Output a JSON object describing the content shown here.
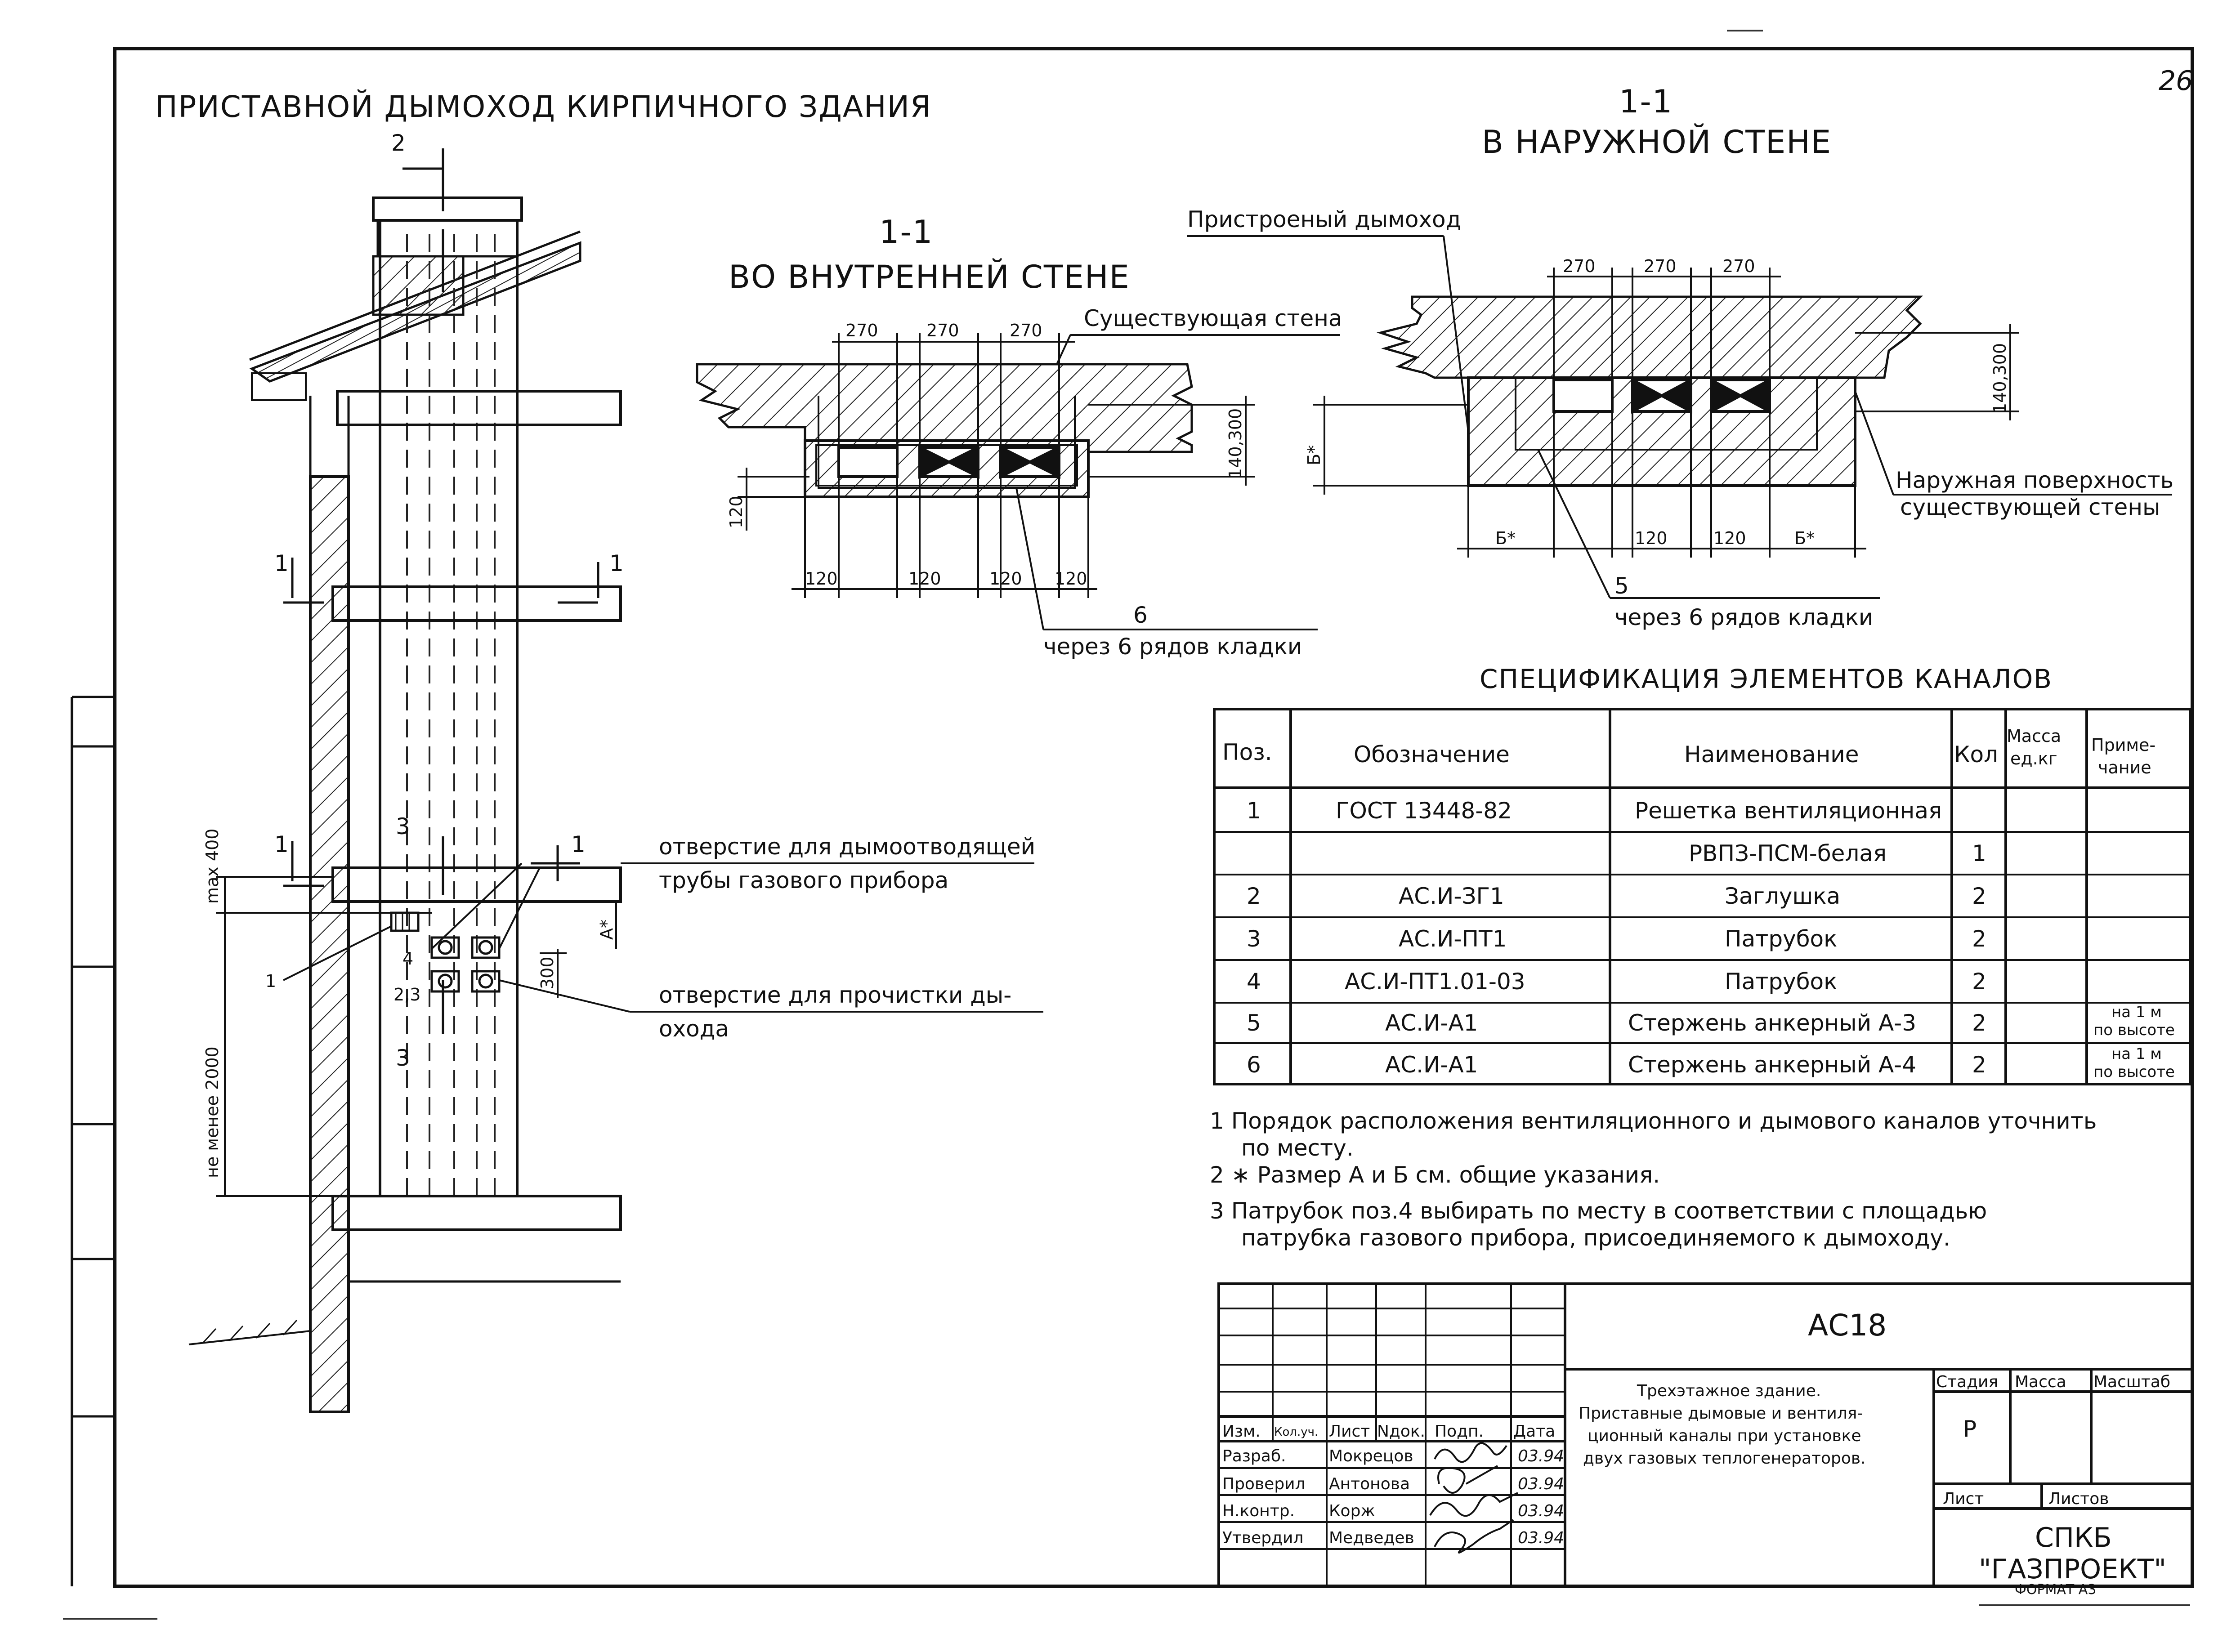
{
  "sheet": {
    "page_number": "26",
    "main_title": "ПРИСТАВНОЙ ДЫМОХОД КИРПИЧНОГО ЗДАНИЯ",
    "format_note": "ФОРМАТ А3"
  },
  "elevation": {
    "section_2": "2",
    "section_1_left": "1",
    "section_1_right": "1",
    "section_1_low_left": "1",
    "section_1_low_right": "1",
    "section_3_top": "3",
    "section_3_bottom": "3",
    "pos_1": "1",
    "pos_4": "4",
    "pos_23": "2,3",
    "dim_max400": "max 400",
    "dim_min2000": "не менее 2000",
    "dim_300": "300",
    "dim_a": "А*",
    "callout_smoke": [
      "отверстие для дымоотводящей",
      "трубы газового прибора"
    ],
    "callout_clean": [
      "отверстие для прочистки ды-",
      "охода"
    ]
  },
  "section_inner": {
    "number": "1-1",
    "title": "ВО ВНУТРЕННЕЙ СТЕНЕ",
    "wall_label": "Существующая стена",
    "dims_top": [
      "270",
      "270",
      "270"
    ],
    "dims_bottom": [
      "120",
      "120",
      "120",
      "120"
    ],
    "dim_left": "120",
    "dim_right": "140,300",
    "pos_label": "6",
    "pos_note": "через 6 рядов кладки"
  },
  "section_outer": {
    "number": "1-1",
    "title": "В НАРУЖНОЙ СТЕНЕ",
    "chimney_label": "Пристроеный дымоход",
    "surface_label": [
      "Наружная поверхность",
      "существующей стены"
    ],
    "dims_top": [
      "270",
      "270",
      "270"
    ],
    "dims_bottom": [
      "Б*",
      "120",
      "120",
      "Б*"
    ],
    "dim_left": "Б*",
    "dim_right": "140,300",
    "pos_label": "5",
    "pos_note": "через 6 рядов кладки"
  },
  "spec": {
    "title": "СПЕЦИФИКАЦИЯ ЭЛЕМЕНТОВ КАНАЛОВ",
    "headers": {
      "pos": "Поз.",
      "designation": "Обозначение",
      "name": "Наименование",
      "qty": "Кол",
      "mass": [
        "Масса",
        "ед.кг"
      ],
      "note": [
        "Приме-",
        "чание"
      ]
    },
    "rows": [
      {
        "pos": "1",
        "designation": "ГОСТ 13448-82",
        "name": "Решетка вентиляционная",
        "qty": "",
        "note": [
          "",
          ""
        ]
      },
      {
        "pos": "",
        "designation": "",
        "name": "РВПЗ-ПСМ-белая",
        "qty": "1",
        "note": [
          "",
          ""
        ]
      },
      {
        "pos": "2",
        "designation": "АС.И-ЗГ1",
        "name": "Заглушка",
        "qty": "2",
        "note": [
          "",
          ""
        ]
      },
      {
        "pos": "3",
        "designation": "АС.И-ПТ1",
        "name": "Патрубок",
        "qty": "2",
        "note": [
          "",
          ""
        ]
      },
      {
        "pos": "4",
        "designation": "АС.И-ПТ1.01-03",
        "name": "Патрубок",
        "qty": "2",
        "note": [
          "",
          ""
        ]
      },
      {
        "pos": "5",
        "designation": "АС.И-А1",
        "name": "Стержень анкерный А-3",
        "qty": "2",
        "note": [
          "на 1 м",
          "по высоте"
        ]
      },
      {
        "pos": "6",
        "designation": "АС.И-А1",
        "name": "Стержень анкерный А-4",
        "qty": "2",
        "note": [
          "на 1 м",
          "по высоте"
        ]
      }
    ]
  },
  "notes": [
    "1 Порядок расположения вентиляционного и дымового каналов уточнить",
    "по месту.",
    "2 ∗ Размер А и Б см. общие указания.",
    "3 Патрубок поз.4 выбирать по месту в соответствии с площадью",
    "патрубка газового прибора, присоединяемого к дымоходу."
  ],
  "stamp": {
    "code": "АС18",
    "col_headers": [
      "Изм.",
      "Кол.уч.",
      "Лист",
      "Nдок.",
      "Подп.",
      "Дата"
    ],
    "rows": [
      {
        "role": "Разраб.",
        "name": "Мокрецов",
        "date": "03.94"
      },
      {
        "role": "Проверил",
        "name": "Антонова",
        "date": "03.94"
      },
      {
        "role": "Н.контр.",
        "name": "Корж",
        "date": "03.94"
      },
      {
        "role": "Утвердил",
        "name": "Медведев",
        "date": "03.94"
      }
    ],
    "description": [
      "Трехэтажное здание.",
      "Приставные дымовые и вентиля-",
      "ционный каналы при установке",
      "двух газовых теплогенераторов."
    ],
    "stage_label": "Стадия",
    "mass_label": "Масса",
    "scale_label": "Масштаб",
    "stage_value": "Р",
    "sheet_label": "Лист",
    "sheets_label": "Листов",
    "org": [
      "СПКБ",
      "\"ГАЗПРОЕКТ\""
    ]
  }
}
